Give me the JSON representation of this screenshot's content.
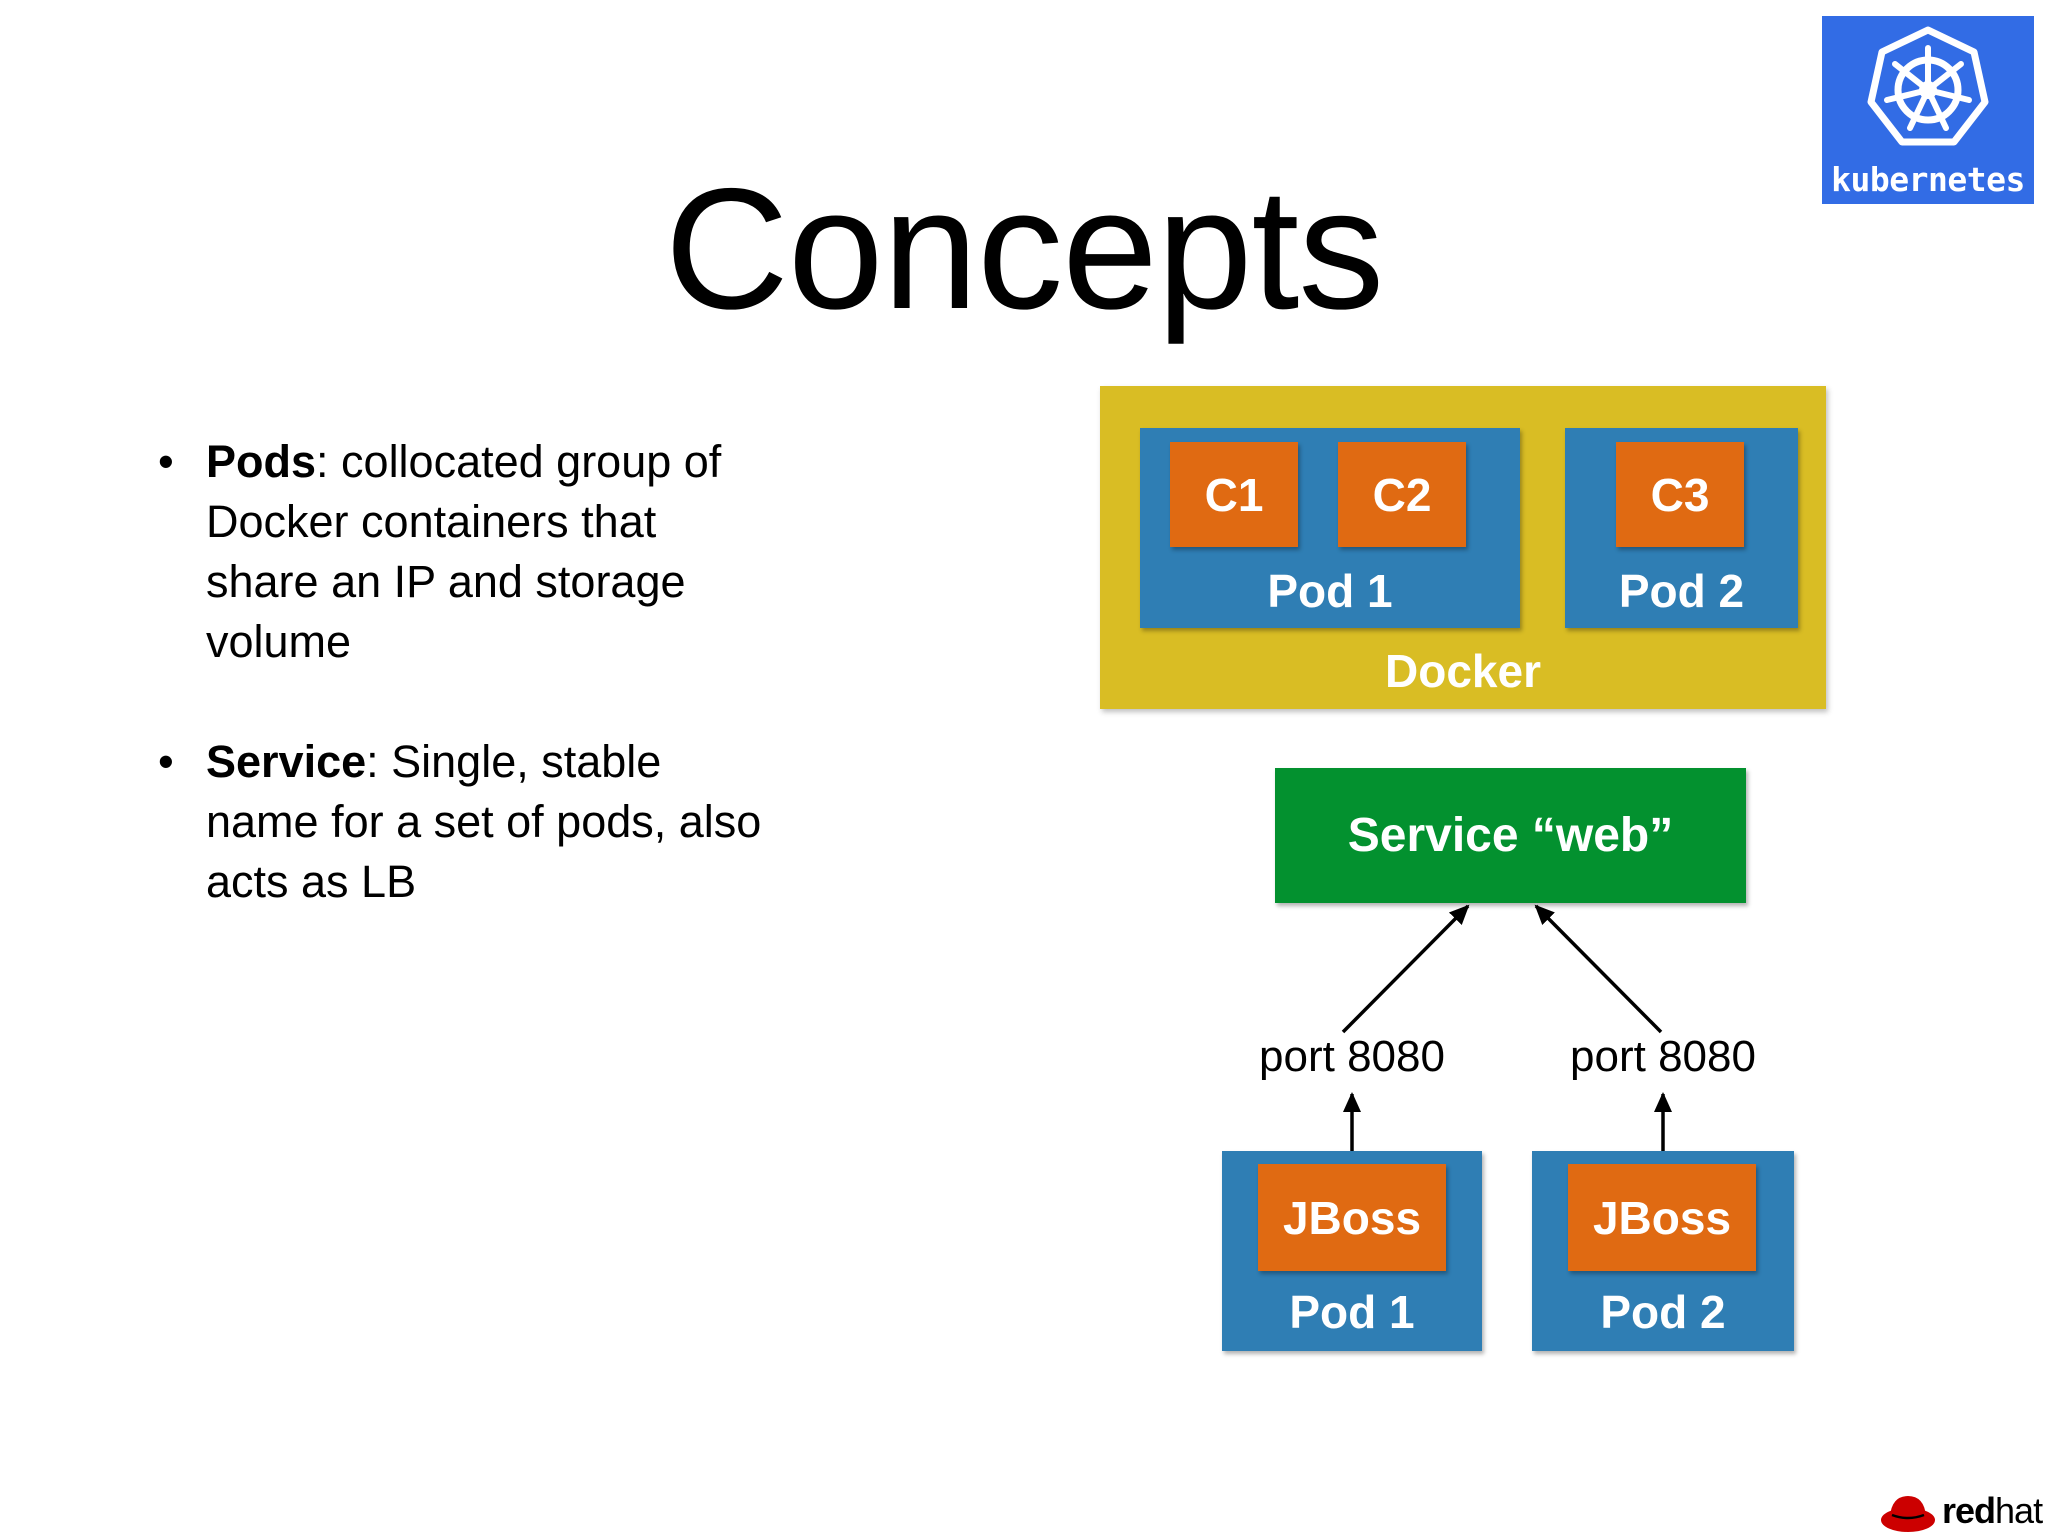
{
  "slide": {
    "title": "Concepts"
  },
  "logo": {
    "text": "kubernetes",
    "color": "#326ce5"
  },
  "bullets": [
    {
      "term": "Pods",
      "text": ": collocated group of",
      "lines": [
        "Docker containers that",
        "share an IP and storage",
        "volume"
      ]
    },
    {
      "term": "Service",
      "text": ": Single, stable",
      "lines": [
        "name for a set of pods, also",
        "acts as LB"
      ]
    }
  ],
  "diagram": {
    "docker": {
      "label": "Docker",
      "color": "#d9bd24"
    },
    "pods_top": [
      {
        "label": "Pod 1",
        "containers": [
          "C1",
          "C2"
        ]
      },
      {
        "label": "Pod 2",
        "containers": [
          "C3"
        ]
      }
    ],
    "service": {
      "label": "Service “web”",
      "color": "#03912f"
    },
    "ports": [
      "port 8080",
      "port 8080"
    ],
    "pods_bottom": [
      {
        "label": "Pod 1",
        "container": "JBoss"
      },
      {
        "label": "Pod 2",
        "container": "JBoss"
      }
    ],
    "colors": {
      "pod": "#2f7eb4",
      "container": "#e06a12"
    }
  },
  "footer": {
    "brand_bold": "red",
    "brand_light": "hat"
  }
}
